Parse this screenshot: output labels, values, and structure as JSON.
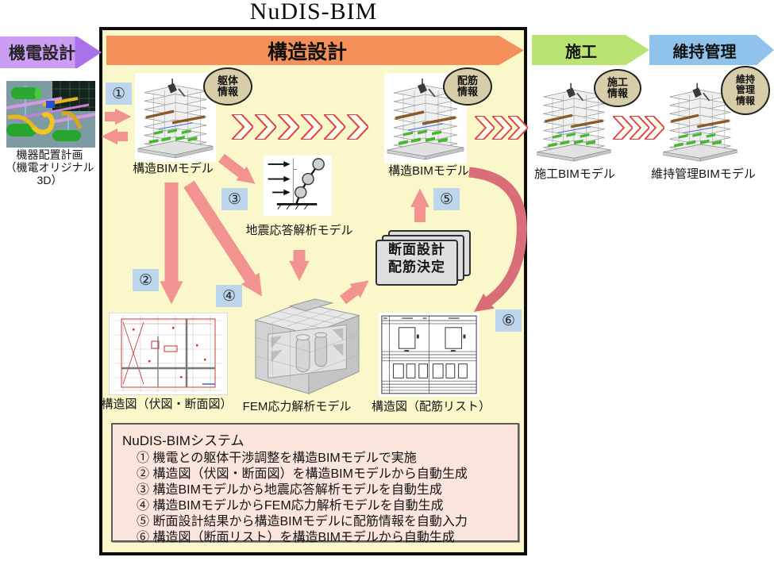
{
  "title": "NuDIS-BIM",
  "banners": {
    "mechanical": "機電設計",
    "structural": "構造設計",
    "construction": "施工",
    "maintenance": "維持管理"
  },
  "mechanical_image": {
    "caption1": "機器配置計画",
    "caption2": "（機電オリジナル3D）"
  },
  "callouts": {
    "frame_info": [
      "躯体",
      "情報"
    ],
    "rebar_info": [
      "配筋",
      "情報"
    ],
    "construction_info": [
      "施工",
      "情報"
    ],
    "maintenance_info": [
      "維持",
      "管理",
      "情報"
    ]
  },
  "labels": {
    "structural_bim_1": "構造BIMモデル",
    "structural_bim_2": "構造BIMモデル",
    "seismic_model": "地震応答解析モデル",
    "structural_drawing_plan": "構造図（伏図・断面図）",
    "fem_model": "FEM応力解析モデル",
    "structural_drawing_rebar": "構造図（配筋リスト）",
    "construction_bim": "施工BIMモデル",
    "maintenance_bim": "維持管理BIMモデル"
  },
  "decision_sheet": [
    "断面設計",
    "配筋決定"
  ],
  "step_badges": [
    "①",
    "②",
    "③",
    "④",
    "⑤",
    "⑥"
  ],
  "system_box": {
    "heading": "NuDIS-BIMシステム",
    "items": [
      "① 機電との躯体干渉調整を構造BIMモデルで実施",
      "② 構造図（伏図・断面図）を構造BIMモデルから自動生成",
      "③ 構造BIMモデルから地震応答解析モデルを自動生成",
      "④ 構造BIMモデルからFEM応力解析モデルを自動生成",
      "⑤ 断面設計結果から構造BIMモデルに配筋情報を自動入力",
      "⑥ 構造図（断面リスト）を構造BIMモデルから自動生成"
    ]
  },
  "colors": {
    "box_background": "#faf7cb",
    "mechanical_banner": "#cb9ef3",
    "structural_banner": "#f6905a",
    "construction_banner": "#b9e471",
    "maintenance_banner": "#90c3eb",
    "arrow_salmon": "#f29390",
    "chevron_red": "#e0403f",
    "badge_blue": "#bcd6ee",
    "callout_tan": "#d8cda9",
    "system_box_pink": "#fbe5dc"
  }
}
